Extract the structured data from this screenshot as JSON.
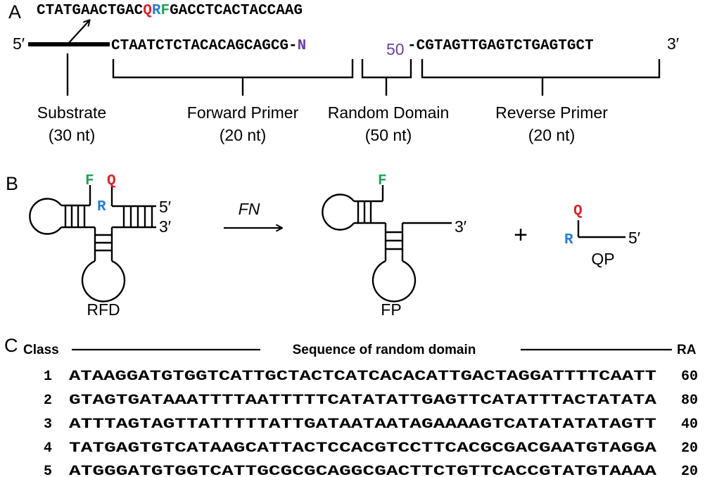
{
  "panelA": {
    "label": "A",
    "substrate_seq": {
      "left": "CTATGAACTGAC",
      "q": "Q",
      "r": "R",
      "f": "F",
      "right": "GACCTCACTACCAAG"
    },
    "five_prime": "5′",
    "three_prime": "3′",
    "forward_seq": "CTAATCTCTACACAGCAGCG",
    "n_label": "N",
    "n_sub": "50",
    "reverse_seq": "CGTAGTTGAGTCTGAGTGCT",
    "dash": "-",
    "segments": [
      {
        "name": "Substrate",
        "length": "(30 nt)"
      },
      {
        "name": "Forward Primer",
        "length": "(20 nt)"
      },
      {
        "name": "Random Domain",
        "length": "(50 nt)"
      },
      {
        "name": "Reverse Primer",
        "length": "(20 nt)"
      }
    ]
  },
  "panelB": {
    "label": "B",
    "rfd": {
      "f": "F",
      "r": "R",
      "q": "Q",
      "five": "5′",
      "three": "3′",
      "name": "RFD"
    },
    "arrow_label": "FN",
    "fp": {
      "f": "F",
      "three": "3′",
      "name": "FP"
    },
    "plus": "+",
    "qp": {
      "q": "Q",
      "r": "R",
      "five": "5′",
      "name": "QP"
    },
    "colors": {
      "F": "#1fa351",
      "R": "#2a7dd1",
      "Q": "#d9232a",
      "N": "#6b3f99"
    }
  },
  "panelC": {
    "label": "C",
    "class_header": "Class",
    "seq_header": "Sequence of random domain",
    "ra_header": "RA",
    "rows": [
      {
        "cls": "1",
        "seq": "ATAAGGATGTGGTCATTGCTACTCATCACACATTGACTAGGATTTTCAATT",
        "ra": "60"
      },
      {
        "cls": "2",
        "seq": "GTAGTGATAAATTTTAATTTTTCATATATTGAGTTCATATTTACTATATA",
        "ra": "80"
      },
      {
        "cls": "3",
        "seq": "ATTTAGTAGTTATTTTTATTGATAATAATAGAAAAGTCATATATATAGTT",
        "ra": "40"
      },
      {
        "cls": "4",
        "seq": "TATGAGTGTCATAAGCATTACTCCACGTCCTTCACGCGACGAATGTAGGA",
        "ra": "20"
      },
      {
        "cls": "5",
        "seq": "ATGGGATGTGGTCATTGCGCGCAGGCGACTTCTGTTCACCGTATGTAAAA",
        "ra": "20"
      }
    ]
  }
}
